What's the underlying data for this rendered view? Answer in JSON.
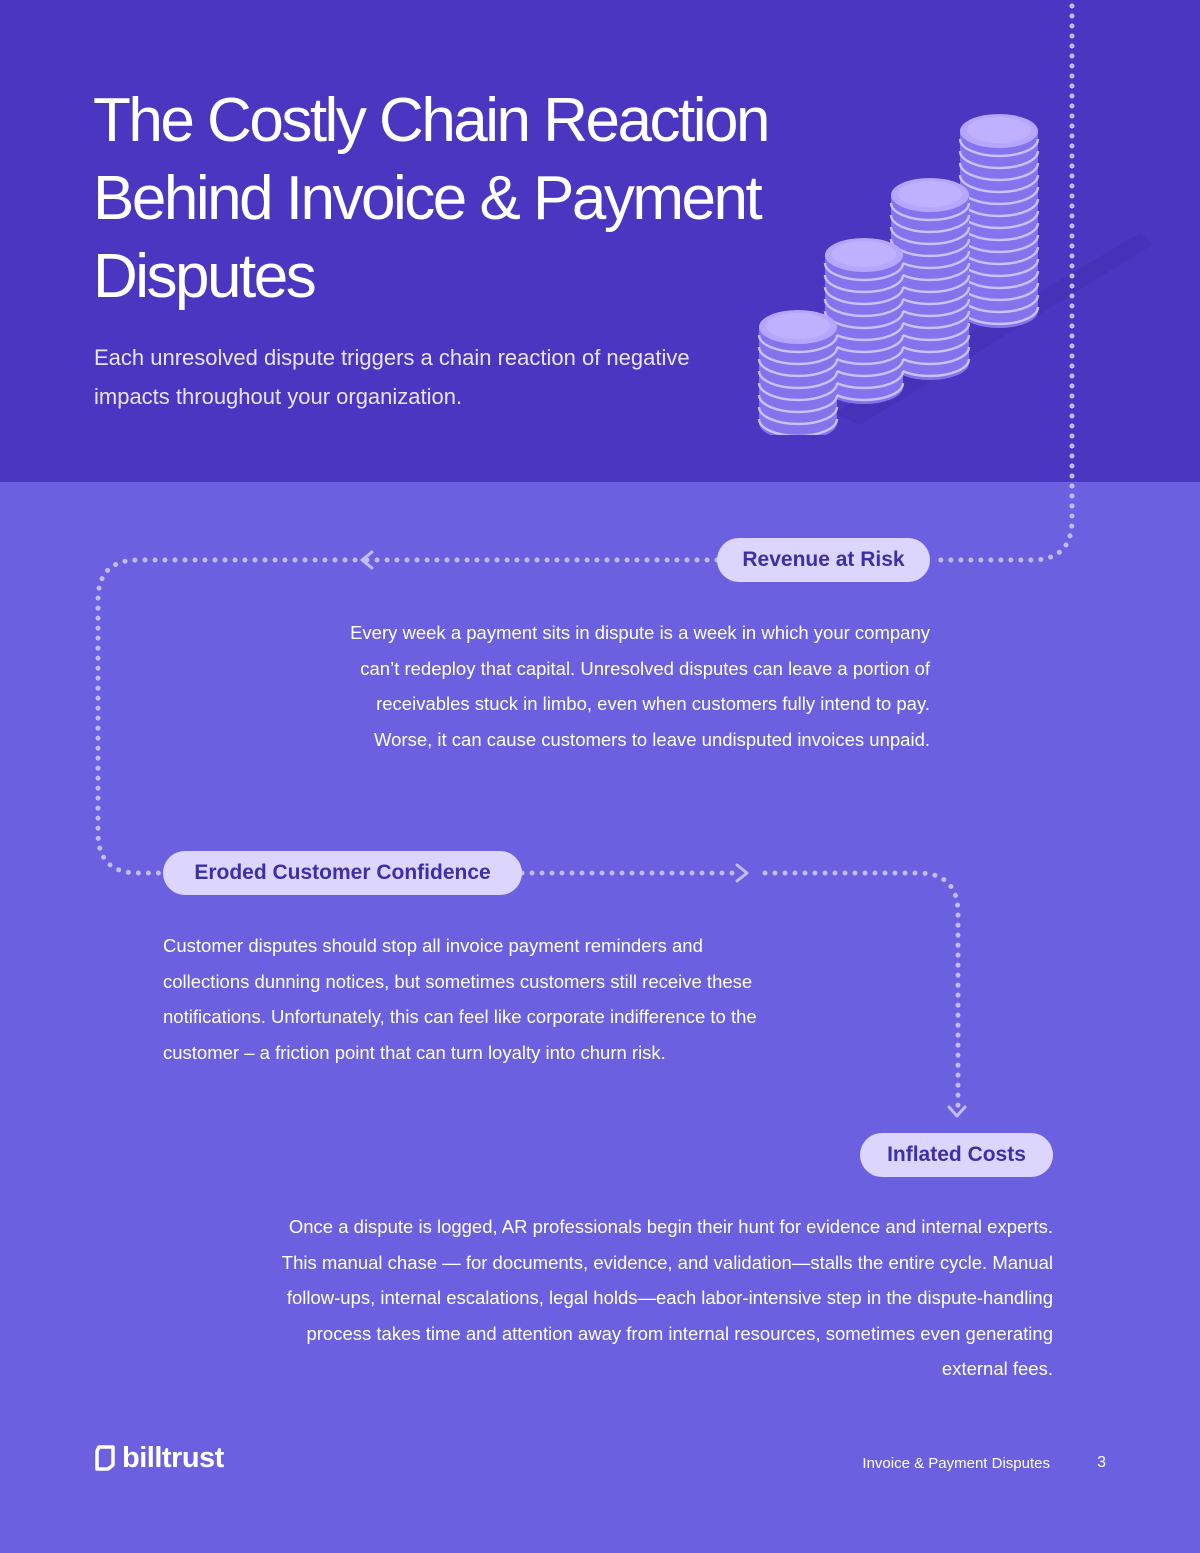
{
  "hero": {
    "title": "The Costly Chain Reaction Behind Invoice & Payment Disputes",
    "subtitle": "Each unresolved dispute triggers a chain reaction of negative impacts throughout your organization."
  },
  "sections": [
    {
      "label": "Revenue at Risk",
      "text": "Every week a payment sits in dispute is a week in which your company can’t redeploy that capital. Unresolved disputes can leave a portion of receivables stuck in limbo, even when customers fully intend to pay. Worse, it can cause customers to leave undisputed invoices unpaid."
    },
    {
      "label": "Eroded Customer Confidence",
      "text": "Customer disputes should stop all invoice payment reminders and collections dunning notices, but sometimes customers still receive these notifications. Unfortunately, this can feel like corporate indifference to the customer – a friction point that can turn loyalty into churn risk."
    },
    {
      "label": "Inflated Costs",
      "text": "Once a dispute is logged, AR professionals begin their hunt for evidence and internal experts. This manual chase — for documents, evidence, and validation—stalls the entire cycle. Manual follow-ups, internal escalations, legal holds—each labor-intensive step in the dispute-handling process takes time and attention away from internal resources, sometimes even generating external fees."
    }
  ],
  "footer": {
    "brand": "billtrust",
    "doc_title": "Invoice & Payment Disputes",
    "page_number": "3"
  },
  "colors": {
    "hero_bg": "#4a36c0",
    "body_bg": "#6b61e0",
    "pill_bg": "#dcd6ff",
    "pill_text": "#3d2fa8",
    "connector": "#c4bcff",
    "coin_top": "#b7a6ff",
    "coin_side": "#8374ee",
    "coin_groove": "#d2c9ff"
  },
  "icons": {
    "illustration": "coin-stacks-icon",
    "connector": "dotted-arrow-path",
    "logo": "billtrust-logo-icon"
  }
}
